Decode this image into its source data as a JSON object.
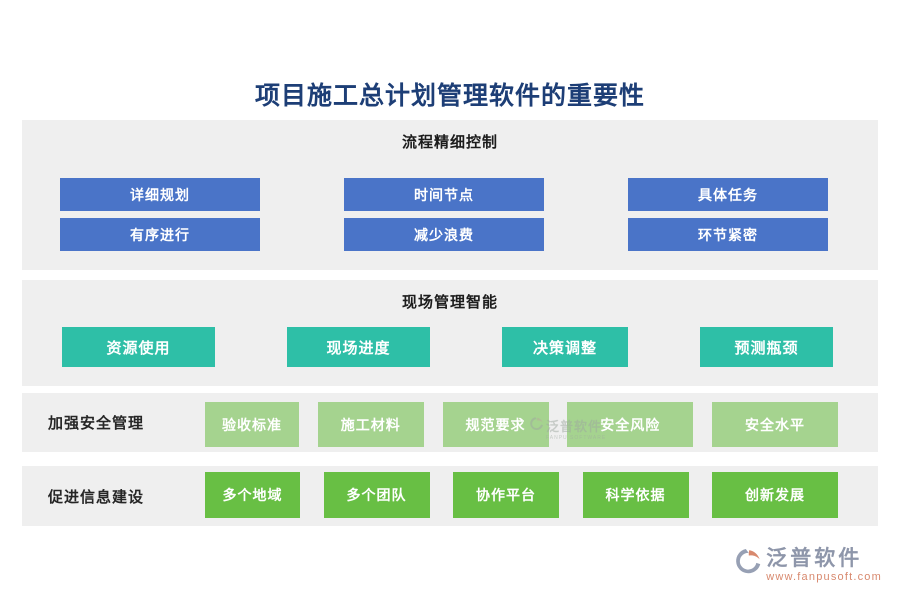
{
  "title": "项目施工总计划管理软件的重要性",
  "sections": [
    {
      "header": "流程精细控制",
      "buttons": [
        "详细规划",
        "时间节点",
        "具体任务",
        "有序进行",
        "减少浪费",
        "环节紧密"
      ]
    },
    {
      "header": "现场管理智能",
      "buttons": [
        "资源使用",
        "现场进度",
        "决策调整",
        "预测瓶颈"
      ]
    },
    {
      "label": "加强安全管理",
      "buttons": [
        "验收标准",
        "施工材料",
        "规范要求",
        "安全风险",
        "安全水平"
      ]
    },
    {
      "label": "促进信息建设",
      "buttons": [
        "多个地域",
        "多个团队",
        "协作平台",
        "科学依据",
        "创新发展"
      ]
    }
  ],
  "watermark": {
    "brand": "泛普软件",
    "subtext": "FANPU SOFTWARE"
  },
  "branding": {
    "name": "泛普软件",
    "website": "www.fanpusoft.com"
  },
  "colors": {
    "title_text": "#1d3e76",
    "panel_background": "#efefef",
    "blue_button": "#4a74c8",
    "teal_button": "#2ebfa7",
    "light_green_button": "#a5d38f",
    "green_button": "#68bf44",
    "logo_gray": "#8e96aa",
    "logo_orange": "#d8896e"
  }
}
